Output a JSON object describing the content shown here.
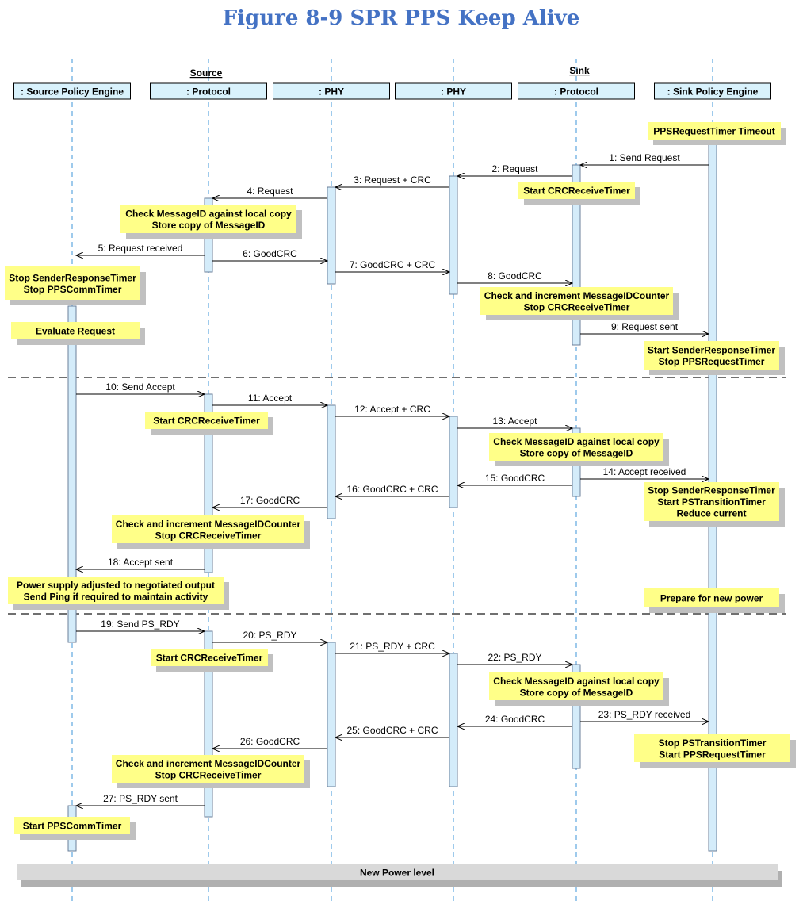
{
  "title": "Figure 8-9 SPR PPS Keep Alive",
  "groups": {
    "source": "Source",
    "sink": "Sink"
  },
  "lifelines": [
    {
      "id": "spe",
      "label": ": Source Policy Engine"
    },
    {
      "id": "sprot",
      "label": ": Protocol"
    },
    {
      "id": "sphy",
      "label": ": PHY"
    },
    {
      "id": "kphy",
      "label": ": PHY"
    },
    {
      "id": "kprot",
      "label": ": Protocol"
    },
    {
      "id": "kpe",
      "label": ": Sink Policy Engine"
    }
  ],
  "messages": [
    {
      "label": "1: Send Request",
      "from": "kpe",
      "to": "kprot"
    },
    {
      "label": "2: Request",
      "from": "kprot",
      "to": "kphy"
    },
    {
      "label": "3: Request + CRC",
      "from": "kphy",
      "to": "sphy"
    },
    {
      "label": "4: Request",
      "from": "sphy",
      "to": "sprot"
    },
    {
      "label": "5: Request received",
      "from": "sprot",
      "to": "spe"
    },
    {
      "label": "6: GoodCRC",
      "from": "sprot",
      "to": "sphy"
    },
    {
      "label": "7: GoodCRC + CRC",
      "from": "sphy",
      "to": "kphy"
    },
    {
      "label": "8: GoodCRC",
      "from": "kphy",
      "to": "kprot"
    },
    {
      "label": "9: Request sent",
      "from": "kprot",
      "to": "kpe"
    },
    {
      "label": "10: Send Accept",
      "from": "spe",
      "to": "sprot"
    },
    {
      "label": "11: Accept",
      "from": "sprot",
      "to": "sphy"
    },
    {
      "label": "12: Accept + CRC",
      "from": "sphy",
      "to": "kphy"
    },
    {
      "label": "13: Accept",
      "from": "kphy",
      "to": "kprot"
    },
    {
      "label": "14: Accept received",
      "from": "kprot",
      "to": "kpe"
    },
    {
      "label": "15: GoodCRC",
      "from": "kprot",
      "to": "kphy"
    },
    {
      "label": "16: GoodCRC + CRC",
      "from": "kphy",
      "to": "sphy"
    },
    {
      "label": "17: GoodCRC",
      "from": "sphy",
      "to": "sprot"
    },
    {
      "label": "18: Accept sent",
      "from": "sprot",
      "to": "spe"
    },
    {
      "label": "19: Send PS_RDY",
      "from": "spe",
      "to": "sprot"
    },
    {
      "label": "20: PS_RDY",
      "from": "sprot",
      "to": "sphy"
    },
    {
      "label": "21: PS_RDY + CRC",
      "from": "sphy",
      "to": "kphy"
    },
    {
      "label": "22: PS_RDY",
      "from": "kphy",
      "to": "kprot"
    },
    {
      "label": "23: PS_RDY received",
      "from": "kprot",
      "to": "kpe"
    },
    {
      "label": "24: GoodCRC",
      "from": "kprot",
      "to": "kphy"
    },
    {
      "label": "25: GoodCRC + CRC",
      "from": "kphy",
      "to": "sphy"
    },
    {
      "label": "26: GoodCRC",
      "from": "sphy",
      "to": "sprot"
    },
    {
      "label": "27: PS_RDY sent",
      "from": "sprot",
      "to": "spe"
    }
  ],
  "notes": [
    {
      "lines": [
        "PPSRequestTimer Timeout"
      ]
    },
    {
      "lines": [
        "Start CRCReceiveTimer"
      ]
    },
    {
      "lines": [
        "Check MessageID against local copy",
        "Store copy of MessageID"
      ]
    },
    {
      "lines": [
        "Stop SenderResponseTimer",
        "Stop PPSCommTimer"
      ]
    },
    {
      "lines": [
        "Check and increment MessageIDCounter",
        "Stop CRCReceiveTimer"
      ]
    },
    {
      "lines": [
        "Evaluate Request"
      ]
    },
    {
      "lines": [
        "Start SenderResponseTimer",
        "Stop PPSRequestTimer"
      ]
    },
    {
      "lines": [
        "Start CRCReceiveTimer"
      ]
    },
    {
      "lines": [
        "Check MessageID against local copy",
        "Store copy of MessageID"
      ]
    },
    {
      "lines": [
        "Stop SenderResponseTimer",
        "Start PSTransitionTimer",
        "Reduce current"
      ]
    },
    {
      "lines": [
        "Check and increment MessageIDCounter",
        "Stop CRCReceiveTimer"
      ]
    },
    {
      "lines": [
        "Power supply adjusted to negotiated output",
        "Send Ping if required to maintain activity"
      ]
    },
    {
      "lines": [
        "Prepare for new power"
      ]
    },
    {
      "lines": [
        "Start CRCReceiveTimer"
      ]
    },
    {
      "lines": [
        "Check MessageID against local copy",
        "Store copy of MessageID"
      ]
    },
    {
      "lines": [
        "Stop PSTransitionTimer",
        "Start PPSRequestTimer"
      ]
    },
    {
      "lines": [
        "Check and increment MessageIDCounter",
        "Stop CRCReceiveTimer"
      ]
    },
    {
      "lines": [
        "Start PPSCommTimer"
      ]
    }
  ],
  "footer_bar": "New Power level",
  "colors": {
    "title": "#4472c4",
    "header_fill": "#d9f2fc",
    "lifeline": "#7fb8e6",
    "activation_fill": "#d4ecfa",
    "activation_stroke": "#6b7f99",
    "note_fill": "#ffff88",
    "note_shadow": "#c0c0c0",
    "footer_fill": "#d9d9d9",
    "arrow": "#000000"
  }
}
